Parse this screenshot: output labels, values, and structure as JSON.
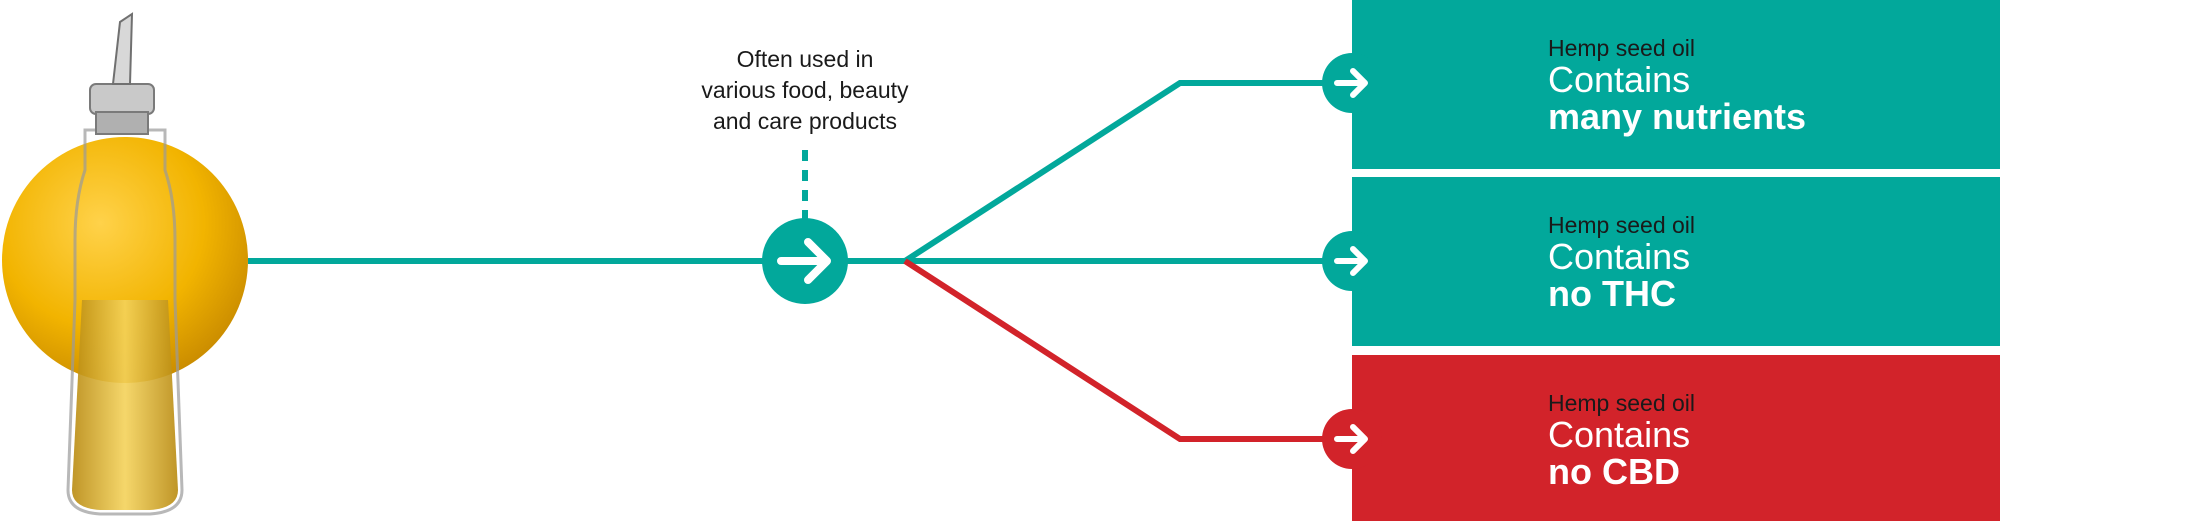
{
  "note": {
    "lines": [
      "Often used in",
      "various food, beauty",
      "and care products"
    ]
  },
  "cards": [
    {
      "subtitle": "Hemp seed oil",
      "line": "Contains",
      "highlight": "many nutrients"
    },
    {
      "subtitle": "Hemp seed oil",
      "line": "Contains",
      "highlight": "no THC"
    },
    {
      "subtitle": "Hemp seed oil",
      "line": "Contains",
      "highlight": "no CBD"
    }
  ],
  "colors": {
    "teal": "#02a89b",
    "red": "#d2232a",
    "oil": "#f2b400",
    "oil_dark": "#c88a00",
    "text": "#1a1a1a",
    "white": "#ffffff"
  },
  "icons": [
    "oil-bottle-icon",
    "arrow-right-icon"
  ]
}
